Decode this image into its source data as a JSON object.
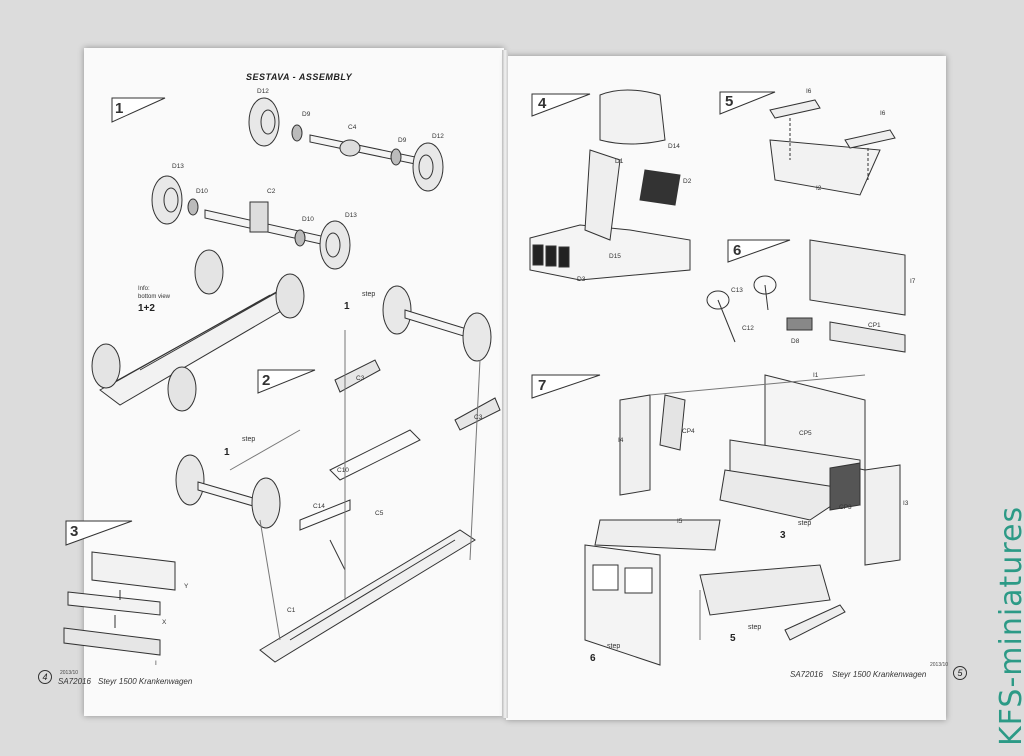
{
  "left_page": {
    "title": "SESTAVA - ASSEMBLY",
    "footer_code": "SA72016",
    "footer_title": "Steyr 1500 Krankenwagen",
    "date": "2013/10",
    "page_number": "4",
    "info_label": "Info:",
    "info_sub": "bottom view",
    "info_steps": "1+2",
    "step_word": "step",
    "steps": [
      "1",
      "2",
      "3"
    ],
    "part_labels": [
      "D12",
      "D9",
      "C4",
      "D9",
      "D12",
      "D13",
      "D10",
      "C2",
      "D10",
      "D13",
      "C3",
      "C3",
      "C10",
      "C14",
      "C5",
      "C1",
      "Y",
      "X",
      "I"
    ],
    "sub_step_refs": [
      "1",
      "1"
    ]
  },
  "right_page": {
    "footer_code": "SA72016",
    "footer_title": "Steyr 1500 Krankenwagen",
    "date": "2013/10",
    "page_number": "5",
    "step_word": "step",
    "steps": [
      "4",
      "5",
      "6",
      "7"
    ],
    "part_labels": [
      "D14",
      "D1",
      "D2",
      "D3",
      "D15",
      "I6",
      "I6",
      "I2",
      "C13",
      "C12",
      "D8",
      "CP1",
      "I7",
      "I1",
      "I4",
      "CP4",
      "CP5",
      "I5",
      "CP3",
      "I3"
    ],
    "sub_step_refs": [
      "3",
      "5",
      "6"
    ]
  },
  "watermark": "KFS-miniatures"
}
